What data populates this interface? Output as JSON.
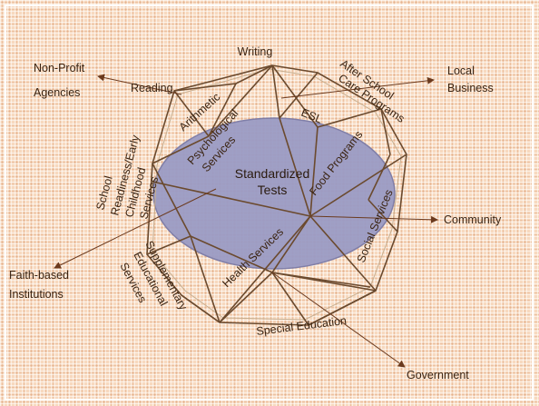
{
  "center": [
    "Standardized",
    "Tests"
  ],
  "inner": {
    "writing": "Writing",
    "reading": "Reading",
    "arithmetic": "Arithmetic",
    "after_school": [
      "After School",
      "Care Programs"
    ],
    "esl": "ESL",
    "psychological": [
      "Psychological",
      "Services"
    ],
    "food": "Food Programs",
    "school_readiness": [
      "School",
      "Readiness/Early",
      "Childhood",
      "Services"
    ],
    "social": "Social Services",
    "health": "Health Services",
    "supplementary": [
      "Supplementary",
      "Educational",
      "Services"
    ],
    "special_ed": "Special Education"
  },
  "outer": {
    "non_profit": [
      "Non-Profit",
      "Agencies"
    ],
    "local_business": [
      "Local",
      "Business"
    ],
    "community": "Community",
    "faith": [
      "Faith-based",
      "Institutions"
    ],
    "government": "Government"
  },
  "colors": {
    "background": "#f7d9bf",
    "ellipse": "#9b9bc4",
    "frame": "#6b4a2e"
  }
}
